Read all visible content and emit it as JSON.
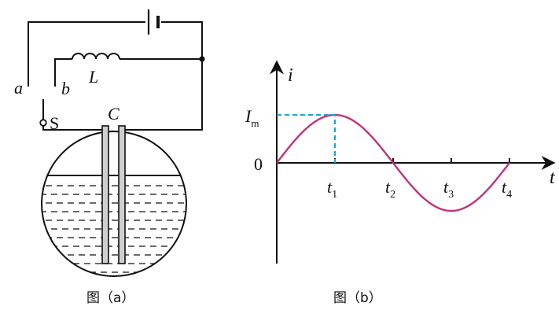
{
  "figure_a": {
    "caption": "图（a）",
    "labels": {
      "a": "a",
      "b": "b",
      "S": "S",
      "L": "L",
      "C": "C"
    },
    "colors": {
      "line": "#111111",
      "plate": "#cfcfcf",
      "liquid": "#111111"
    }
  },
  "figure_b": {
    "caption": "图（b）",
    "y_axis_label": "i",
    "x_axis_label": "t",
    "origin_label": "0",
    "Im_label": {
      "main": "I",
      "sub": "m"
    },
    "tick_labels": [
      {
        "main": "t",
        "sub": "1"
      },
      {
        "main": "t",
        "sub": "2"
      },
      {
        "main": "t",
        "sub": "3"
      },
      {
        "main": "t",
        "sub": "4"
      }
    ],
    "colors": {
      "curve": "#c2317a",
      "guide": "#1aa3dc",
      "axis": "#111111"
    }
  },
  "chart_data": {
    "type": "line",
    "title": "",
    "xlabel": "t",
    "ylabel": "i",
    "x_ticks": [
      "t1",
      "t2",
      "t3",
      "t4"
    ],
    "series": [
      {
        "name": "",
        "shape": "sine",
        "amplitude_label": "Im",
        "points": [
          [
            0,
            0
          ],
          [
            1,
            1
          ],
          [
            2,
            0
          ],
          [
            3,
            -1
          ],
          [
            4,
            0
          ]
        ]
      }
    ],
    "grid": false
  }
}
